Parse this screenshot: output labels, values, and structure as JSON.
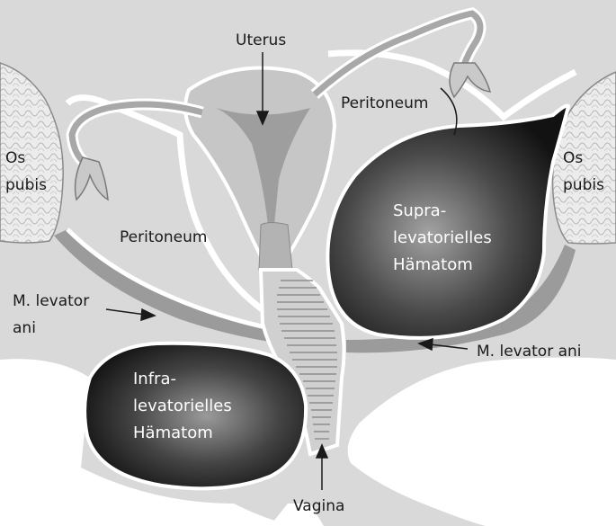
{
  "labels": {
    "uterus": "Uterus",
    "peritoneum_right": "Peritoneum",
    "peritoneum_left": "Peritoneum",
    "os_pubis_left": [
      "Os",
      "pubis"
    ],
    "os_pubis_right": [
      "Os",
      "pubis"
    ],
    "levator_left": [
      "M. levator",
      "ani"
    ],
    "levator_right": "M. levator ani",
    "supra_hematoma": [
      "Supra-",
      "levatorielles",
      "Hämatom"
    ],
    "infra_hematoma": [
      "Infra-",
      "levatorielles",
      "Hämatom"
    ],
    "vagina": "Vagina"
  },
  "colors": {
    "background": "#ffffff",
    "pelvic_tissue": "#d9d9d9",
    "levator_muscle": "#9b9b9b",
    "hematoma_outer": "#161616",
    "hematoma_inner": "#8a8a8a",
    "bone": "#e6e6e6",
    "uterus": "#c8c8c8"
  }
}
